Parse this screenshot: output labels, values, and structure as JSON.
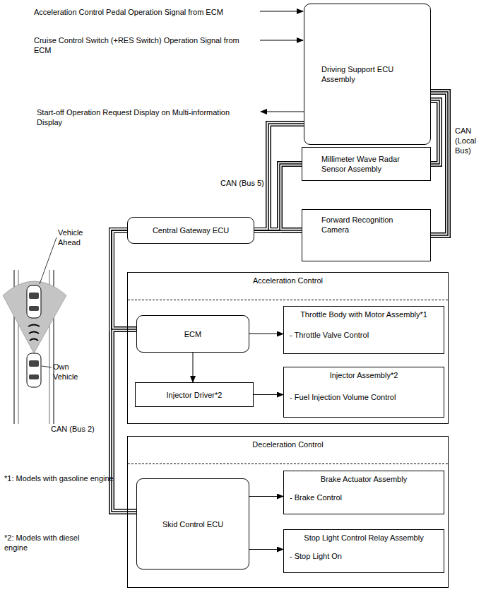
{
  "diagram": {
    "nodes": [
      {
        "text": [
          "Driving Support ECU Assembly"
        ]
      },
      {
        "text": [
          "Millimeter Wave Radar Sensor Assembly"
        ]
      },
      {
        "text": [
          "Forward Recognition Camera"
        ]
      },
      {
        "text": [
          "Central Gateway ECU"
        ]
      },
      {
        "text": [
          "Acceleration Control"
        ]
      },
      {
        "text": [
          "ECM"
        ],
        "in": 4
      },
      {
        "text": [
          "Throttle Body with Motor Assembly*1",
          "- Throttle Valve Control"
        ],
        "in": 4
      },
      {
        "text": [
          "Injector Driver*2"
        ],
        "in": 4
      },
      {
        "text": [
          "Injector Assembly*2",
          "- Fuel Injection Volume Control"
        ],
        "in": 4
      },
      {
        "text": [
          "Deceleration Control"
        ]
      },
      {
        "text": [
          "Skid Control ECU"
        ],
        "in": 9
      },
      {
        "text": [
          "Brake Actuator Assembly",
          "- Brake Control"
        ],
        "in": 9
      },
      {
        "text": [
          "Stop Light Control Relay Assembly",
          "- Stop Light On"
        ],
        "in": 9
      }
    ],
    "edges": [
      {
        "from": 3,
        "to": 0,
        "arrow": "none"
      },
      {
        "from": 3,
        "to": 1,
        "arrow": "none"
      },
      {
        "from": 3,
        "to": 2,
        "arrow": "none"
      },
      {
        "from": 0,
        "to": 1,
        "arrow": "none"
      },
      {
        "from": 0,
        "to": 2,
        "arrow": "none"
      },
      {
        "from": 3,
        "to": 5,
        "arrow": "none"
      },
      {
        "from": 3,
        "to": 10,
        "arrow": "none"
      },
      {
        "from": 5,
        "to": 6,
        "arrow": "to"
      },
      {
        "from": 5,
        "to": 7,
        "arrow": "to"
      },
      {
        "from": 7,
        "to": 8,
        "arrow": "to"
      },
      {
        "from": 10,
        "to": 11,
        "arrow": "to"
      },
      {
        "from": 10,
        "to": 12,
        "arrow": "to"
      }
    ],
    "labels": [
      "Acceleration Control Pedal Operation Signal from ECM",
      "Cruise Control Switch (+RES Switch) Operation Signal from ECM",
      "Start-off Operation Request Display on Multi-information Display",
      "CAN (Local Bus)",
      "CAN (Bus 5)",
      "Vehicle Ahead",
      "Own Vehicle",
      "CAN (Bus 2)",
      "*1: Models with gasoline engine",
      "*2: Models with diesel engine"
    ]
  }
}
